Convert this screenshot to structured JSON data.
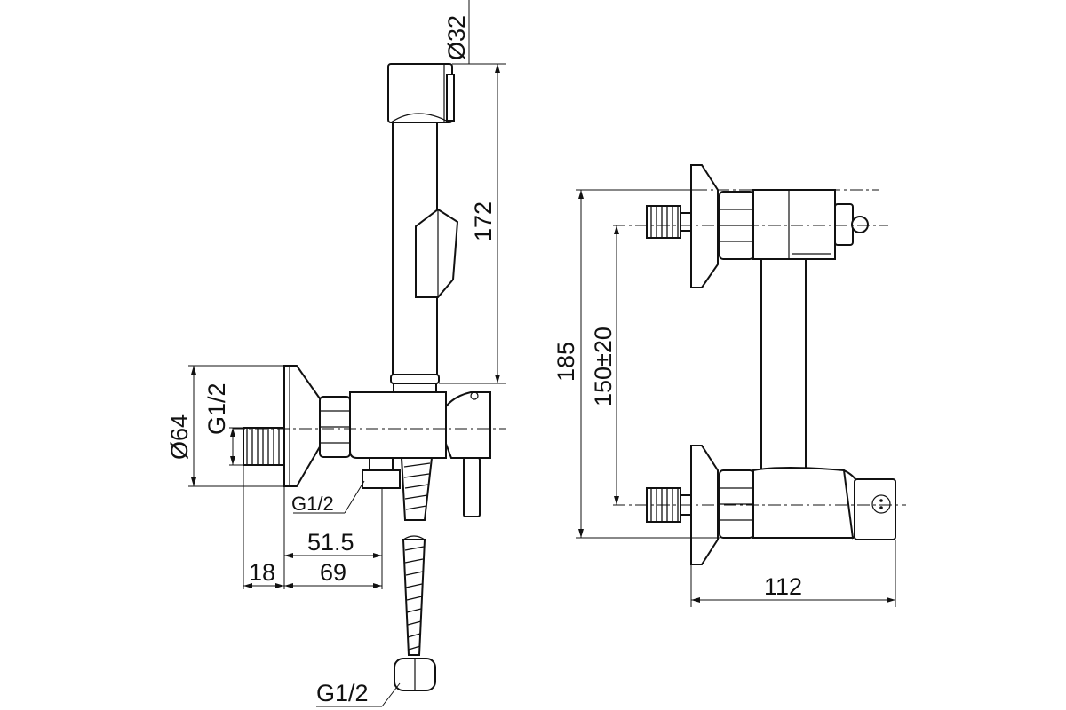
{
  "side_view": {
    "dim_diameter_top": "Ø32",
    "dim_height_handle": "172",
    "dim_diameter_flange": "Ø64",
    "dim_thread_inlet": "G1/2",
    "dim_thread_outlet": "G1/2",
    "dim_offset_outlet": "51.5",
    "dim_depth_total": "69",
    "dim_depth_flange": "18",
    "dim_thread_hose": "G1/2"
  },
  "front_view": {
    "dim_height_total": "185",
    "dim_center_distance": "150±20",
    "dim_width_total": "112"
  }
}
